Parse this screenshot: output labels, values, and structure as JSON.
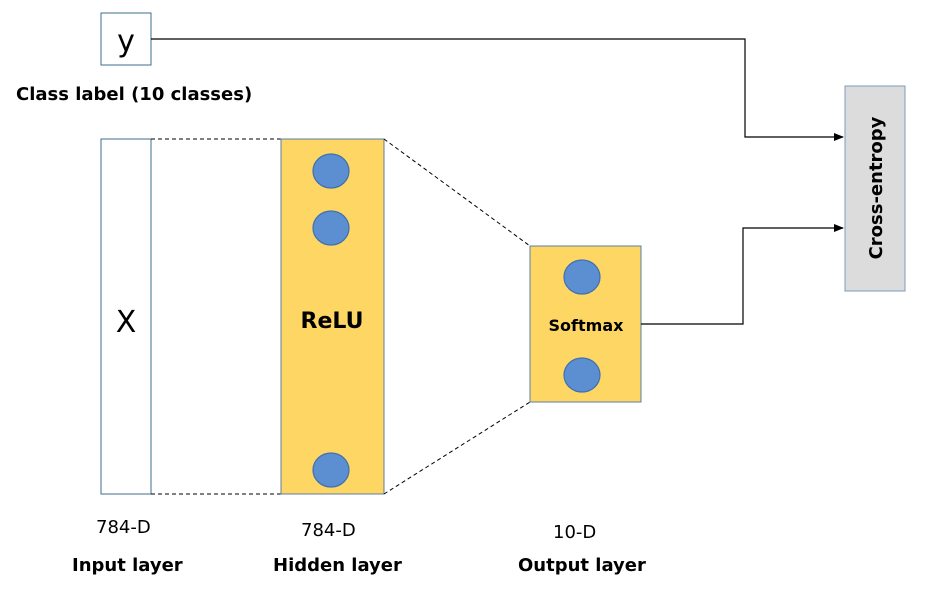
{
  "nodes": {
    "y": "y",
    "x": "X",
    "hidden": "ReLU",
    "output": "Softmax",
    "loss": "Cross-entropy"
  },
  "labels": {
    "class_label": "Class label (10 classes)",
    "input_dim": "784-D",
    "input_name": "Input layer",
    "hidden_dim": "784-D",
    "hidden_name": "Hidden layer",
    "output_dim": "10-D",
    "output_name": "Output layer"
  },
  "colors": {
    "layer_fill": "#FDD663",
    "layer_stroke": "#5B7FA6",
    "neuron_fill": "#5B8FD1",
    "neuron_stroke": "#3E6FB0",
    "loss_fill": "#DCDCDC",
    "loss_stroke": "#7D9BB8",
    "input_stroke": "#3F6E8C"
  }
}
